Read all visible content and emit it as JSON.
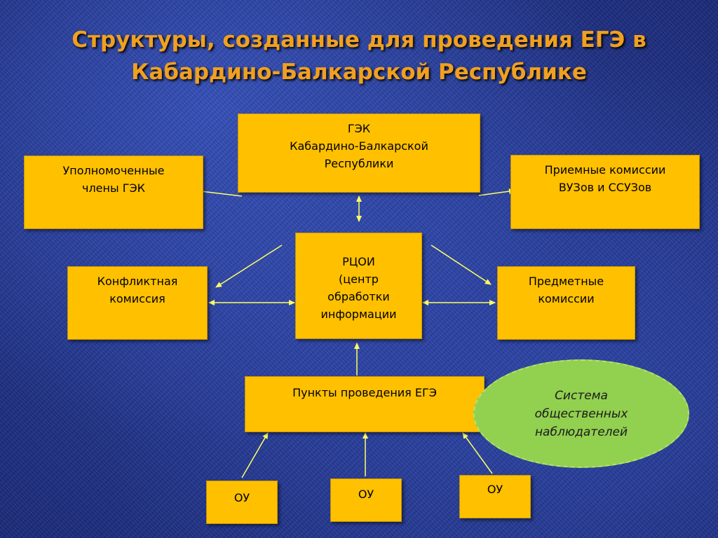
{
  "title": {
    "line1": "Структуры, созданные для проведения ЕГЭ в",
    "line2": "Кабардино-Балкарской Республике"
  },
  "boxes": {
    "gek": [
      "ГЭК",
      "Кабардино-Балкарской",
      "Республики"
    ],
    "members": [
      "Уполномоченные",
      "члены  ГЭК"
    ],
    "admissions": [
      "Приемные комиссии",
      "ВУЗов и ССУЗов"
    ],
    "rcoi": [
      "РЦОИ",
      "(центр",
      "обработки",
      "информации"
    ],
    "conflict": [
      "Конфликтная",
      "комиссия"
    ],
    "subject": [
      "Предметные",
      "комиссии"
    ],
    "ppe": [
      "Пункты проведения ЕГЭ"
    ],
    "ou1": [
      "ОУ"
    ],
    "ou2": [
      "ОУ"
    ],
    "ou3": [
      "ОУ"
    ]
  },
  "observers": [
    "Система",
    "общественных",
    "наблюдателей"
  ],
  "colors": {
    "background": "#22358c",
    "title": "#f0a020",
    "box_fill": "#ffc000",
    "oval_fill": "#92d050",
    "arrow": "#ffff66"
  }
}
